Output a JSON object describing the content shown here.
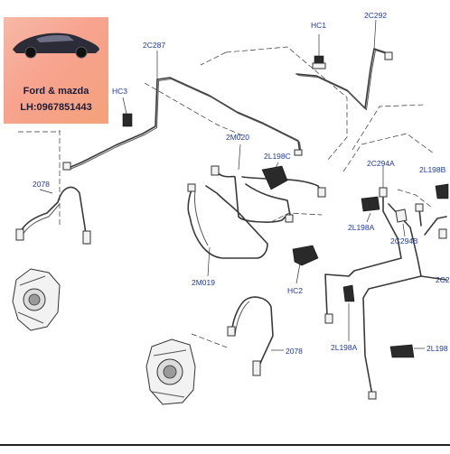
{
  "brand": {
    "line1": "Ford & mazda",
    "line2": "LH:0967851443"
  },
  "labels": {
    "hc1": "HC1",
    "p2c292": "2C292",
    "p2c287": "2C287",
    "hc3": "HC3",
    "p2m020": "2M020",
    "p2l198c": "2L198C",
    "p2c294a": "2C294A",
    "p2l198b": "2L198B",
    "p2078_top": "2078",
    "p2l198a_mid": "2L198A",
    "p2c294b": "2C294B",
    "p2c2": "2C2",
    "p2m019": "2M019",
    "hc2": "HC2",
    "p2078_bottom": "2078",
    "p2l198a_bottom": "2L198A",
    "p2l198": "2L198"
  }
}
